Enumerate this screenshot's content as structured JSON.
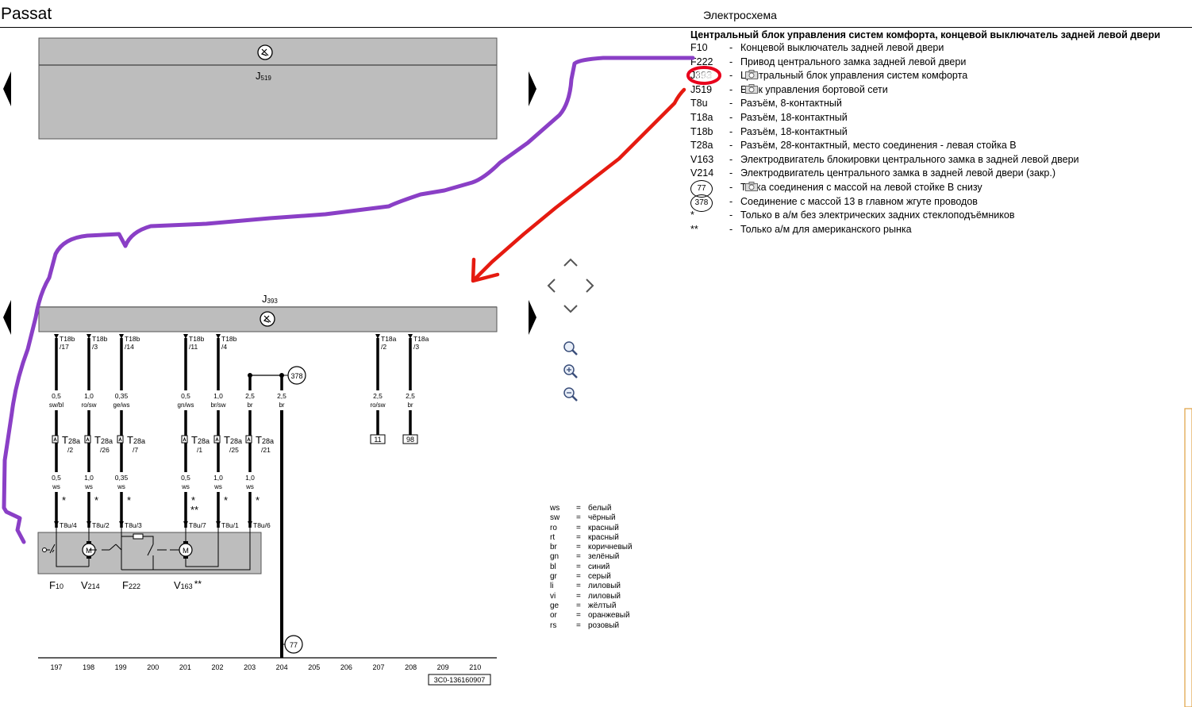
{
  "header": {
    "app_title": "Passat",
    "sheet_title": "Электросхема"
  },
  "legend": {
    "title": "Центральный блок управления систем комфорта, концевой выключатель задней левой двери",
    "items": [
      {
        "code": "F10",
        "dash": "-",
        "desc": "Концевой выключатель задней левой двери"
      },
      {
        "code": "F222",
        "dash": "-",
        "desc": "Привод центрального замка задней левой двери"
      },
      {
        "code": "J393",
        "dash": "-",
        "desc": "Центральный блок управления систем комфорта"
      },
      {
        "code": "J519",
        "dash": "-",
        "desc": "Блок управления бортовой сети"
      },
      {
        "code": "T8u",
        "dash": "-",
        "desc": "Разъём, 8-контактный"
      },
      {
        "code": "T18a",
        "dash": "-",
        "desc": "Разъём, 18-контактный"
      },
      {
        "code": "T18b",
        "dash": "-",
        "desc": "Разъём, 18-контактный"
      },
      {
        "code": "T28a",
        "dash": "-",
        "desc": "Разъём, 28-контактный, место соединения - левая стойка B"
      },
      {
        "code": "V163",
        "dash": "-",
        "desc": "Электродвигатель блокировки центрального замка в задней левой двери"
      },
      {
        "code": "V214",
        "dash": "-",
        "desc": "Электродвигатель центрального замка в задней левой двери (закр.)"
      },
      {
        "code": "77",
        "dash": "-",
        "desc": "Точка соединения с массой на левой стойке B снизу"
      },
      {
        "code": "378",
        "dash": "-",
        "desc": "Соединение с массой 13 в главном жгуте проводов"
      },
      {
        "code": "*",
        "dash": "-",
        "desc": "Только в а/м без электрических задних стеклоподъёмников"
      },
      {
        "code": "**",
        "dash": "-",
        "desc": "Только а/м для американского рынка"
      }
    ]
  },
  "color_key": [
    {
      "code": "ws",
      "eq": "=",
      "name": "белый"
    },
    {
      "code": "sw",
      "eq": "=",
      "name": "чёрный"
    },
    {
      "code": "ro",
      "eq": "=",
      "name": "красный"
    },
    {
      "code": "rt",
      "eq": "=",
      "name": "красный"
    },
    {
      "code": "br",
      "eq": "=",
      "name": "коричневый"
    },
    {
      "code": "gn",
      "eq": "=",
      "name": "зелёный"
    },
    {
      "code": "bl",
      "eq": "=",
      "name": "синий"
    },
    {
      "code": "gr",
      "eq": "=",
      "name": "серый"
    },
    {
      "code": "li",
      "eq": "=",
      "name": "лиловый"
    },
    {
      "code": "vi",
      "eq": "=",
      "name": "лиловый"
    },
    {
      "code": "ge",
      "eq": "=",
      "name": "жёлтый"
    },
    {
      "code": "or",
      "eq": "=",
      "name": "оранжевый"
    },
    {
      "code": "rs",
      "eq": "=",
      "name": "розовый"
    }
  ],
  "diagram": {
    "block_top": {
      "main": "J",
      "sub": "519"
    },
    "block_mid": {
      "main": "J",
      "sub": "393"
    },
    "wires": [
      {
        "pin1": "T18b",
        "pin2": "/17",
        "size1": "0,5",
        "color1": "sw/bl",
        "t28": "/2",
        "size2": "0,5",
        "color2": "ws",
        "mark": "*",
        "mark2": "",
        "t8u": "T8u/4"
      },
      {
        "pin1": "T18b",
        "pin2": "/3",
        "size1": "1,0",
        "color1": "ro/sw",
        "t28": "/26",
        "size2": "1,0",
        "color2": "ws",
        "mark": "*",
        "mark2": "",
        "t8u": "T8u/2"
      },
      {
        "pin1": "T18b",
        "pin2": "/14",
        "size1": "0,35",
        "color1": "ge/ws",
        "t28": "/7",
        "size2": "0,35",
        "color2": "ws",
        "mark": "*",
        "mark2": "",
        "t8u": "T8u/3"
      },
      {
        "pin1": "T18b",
        "pin2": "/11",
        "size1": "0,5",
        "color1": "gn/ws",
        "t28": "/1",
        "size2": "0,5",
        "color2": "ws",
        "mark": "*",
        "mark2": "**",
        "t8u": "T8u/7"
      },
      {
        "pin1": "T18b",
        "pin2": "/4",
        "size1": "1,0",
        "color1": "br/sw",
        "t28": "/25",
        "size2": "1,0",
        "color2": "ws",
        "mark": "*",
        "mark2": "",
        "t8u": "T8u/1"
      },
      {
        "pin1": "",
        "pin2": "",
        "size1": "2,5",
        "color1": "br",
        "t28": "/21",
        "size2": "1,0",
        "color2": "ws",
        "mark": "*",
        "mark2": "",
        "t8u": "T8u/6"
      },
      {
        "pin1": "",
        "pin2": "",
        "size1": "2,5",
        "color1": "br"
      },
      {
        "pin1": "T18a",
        "pin2": "/2",
        "size1": "2,5",
        "color1": "ro/sw",
        "ref": "11"
      },
      {
        "pin1": "T18a",
        "pin2": "/3",
        "size1": "2,5",
        "color1": "br",
        "ref": "98"
      }
    ],
    "t28_label": "T",
    "t28_sub": "28a",
    "ground_378": "378",
    "ground_77": "77",
    "components": [
      {
        "main": "F",
        "sub": "10",
        "suffix": ""
      },
      {
        "main": "V",
        "sub": "214",
        "suffix": ""
      },
      {
        "main": "F",
        "sub": "222",
        "suffix": ""
      },
      {
        "main": "V",
        "sub": "163",
        "suffix": "**"
      }
    ],
    "motor_symbol": "M",
    "grid_numbers": [
      "197",
      "198",
      "199",
      "200",
      "201",
      "202",
      "203",
      "204",
      "205",
      "206",
      "207",
      "208",
      "209",
      "210"
    ],
    "doc_id": "3C0-136160907"
  },
  "annotation": {
    "circled_code": "393",
    "circle_color": "#e8001c",
    "red_arrow_color": "#e51a10",
    "purple_path_color": "#8a3fc6"
  },
  "colors": {
    "block_fill": "#bdbdbd"
  }
}
